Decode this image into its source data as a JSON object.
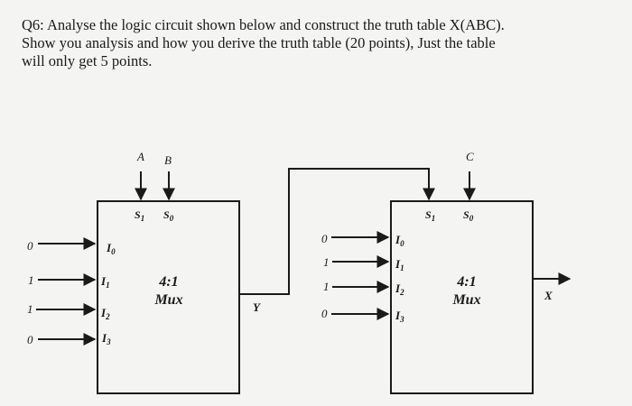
{
  "question": {
    "lines": [
      "Q6: Analyse the logic circuit shown below and construct the truth table X(ABC).",
      "Show you analysis and how you derive the truth table (20 points), Just the table",
      "will only get 5 points."
    ]
  },
  "circuit": {
    "mux1": {
      "select_inputs": [
        "A",
        "B"
      ],
      "select_labels": [
        "S1",
        "S0"
      ],
      "data_values": [
        "0",
        "1",
        "1",
        "0"
      ],
      "data_labels": [
        "I0",
        "I1",
        "I2",
        "I3"
      ],
      "title_lines": [
        "4:1",
        "Mux"
      ],
      "output_label": "Y"
    },
    "mux2": {
      "select_input": "C",
      "select_labels": [
        "S1",
        "S0"
      ],
      "data_values": [
        "0",
        "1",
        "1",
        "0"
      ],
      "data_labels": [
        "I0",
        "I1",
        "I2",
        "I3"
      ],
      "title_lines": [
        "4:1",
        "Mux"
      ],
      "output_label": "X"
    }
  }
}
